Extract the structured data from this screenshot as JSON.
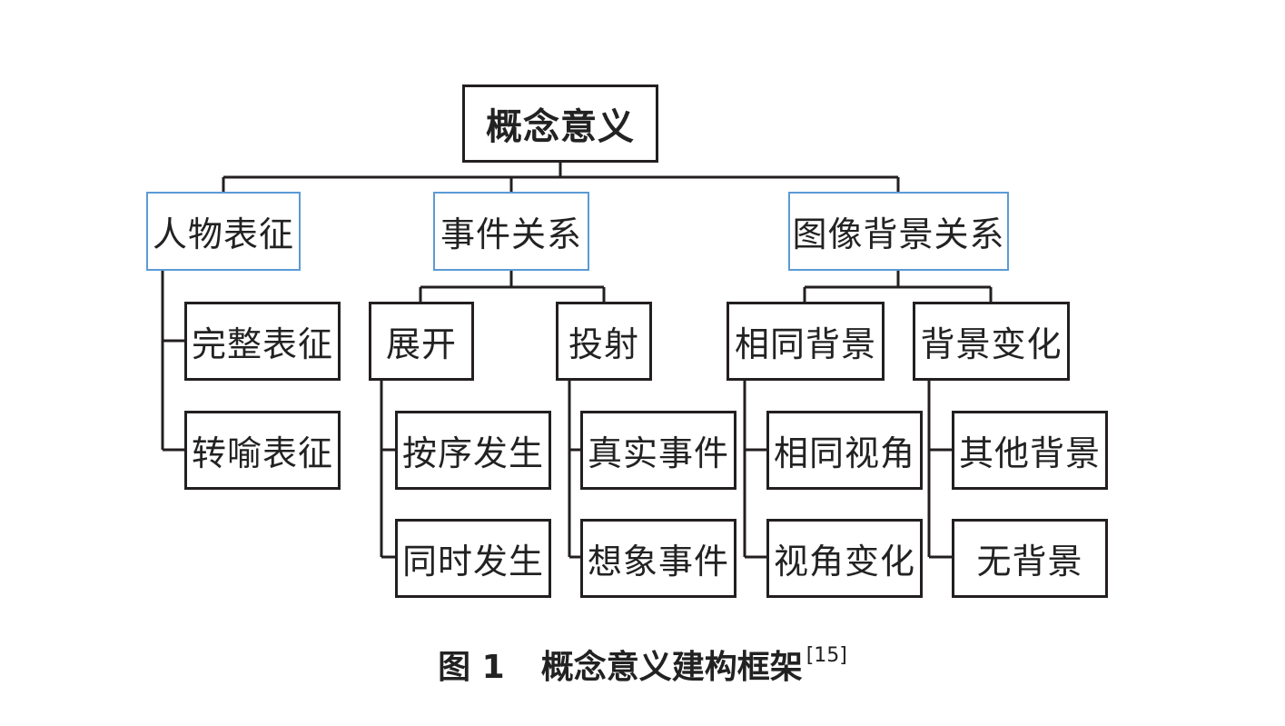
{
  "diagram": {
    "root": "概念意义",
    "branches": [
      {
        "label": "人物表征",
        "children": [
          "完整表征",
          "转喻表征"
        ]
      },
      {
        "label": "事件关系",
        "children": [
          {
            "label": "展开",
            "children": [
              "按序发生",
              "同时发生"
            ]
          },
          {
            "label": "投射",
            "children": [
              "真实事件",
              "想象事件"
            ]
          }
        ]
      },
      {
        "label": "图像背景关系",
        "children": [
          {
            "label": "相同背景",
            "children": [
              "相同视角",
              "视角变化"
            ]
          },
          {
            "label": "背景变化",
            "children": [
              "其他背景",
              "无背景"
            ]
          }
        ]
      }
    ]
  },
  "caption": {
    "figure_number": "图 1",
    "title": "概念意义建构框架",
    "reference": "[15]"
  },
  "colors": {
    "line": "#231f20",
    "accent_border": "#5b9bd5"
  }
}
